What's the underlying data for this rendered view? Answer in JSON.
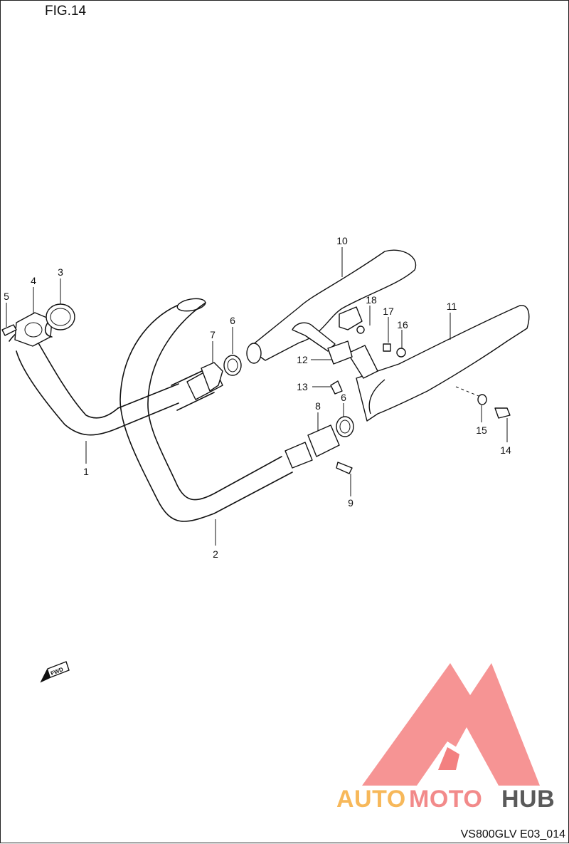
{
  "figure": {
    "title": "FIG.14",
    "drawing_code": "VS800GLV E03_014"
  },
  "forward_marker": {
    "label": "FWD"
  },
  "part_numbers": {
    "p1": "1",
    "p2": "2",
    "p3": "3",
    "p4": "4",
    "p5": "5",
    "p6a": "6",
    "p6b": "6",
    "p7": "7",
    "p8": "8",
    "p9": "9",
    "p10": "10",
    "p11": "11",
    "p12": "12",
    "p13": "13",
    "p14": "14",
    "p15": "15",
    "p16": "16",
    "p17": "17",
    "p18": "18"
  },
  "watermark": {
    "auto": "AUTO",
    "moto": "MOTO",
    "hub": "HUB",
    "colors": {
      "triangle": "#f26b6b",
      "auto": "#f7b85a",
      "moto": "#f28a8a",
      "hub": "#5a5a5a"
    }
  }
}
